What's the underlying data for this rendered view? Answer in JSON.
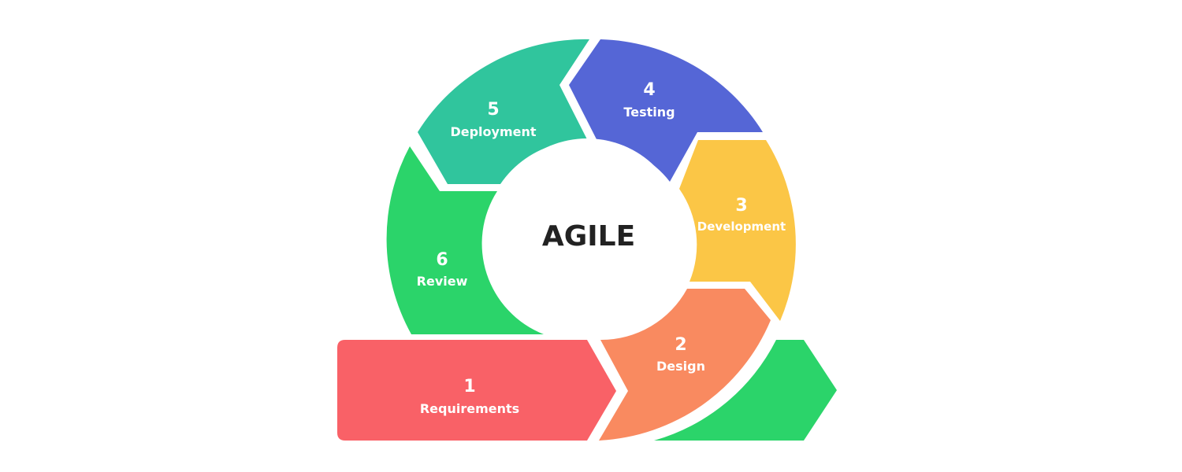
{
  "diagram": {
    "center_label": "AGILE",
    "steps": [
      {
        "number": "1",
        "label": "Requirements",
        "color": "#F96167"
      },
      {
        "number": "2",
        "label": "Design",
        "color": "#F98A60"
      },
      {
        "number": "3",
        "label": "Development",
        "color": "#FBC646"
      },
      {
        "number": "4",
        "label": "Testing",
        "color": "#5566D6"
      },
      {
        "number": "5",
        "label": "Deployment",
        "color": "#30C59D"
      },
      {
        "number": "6",
        "label": "Review",
        "color": "#2BD46A"
      }
    ],
    "exit_arrow_color": "#2BD46A",
    "center_color": "#FFFFFF"
  }
}
